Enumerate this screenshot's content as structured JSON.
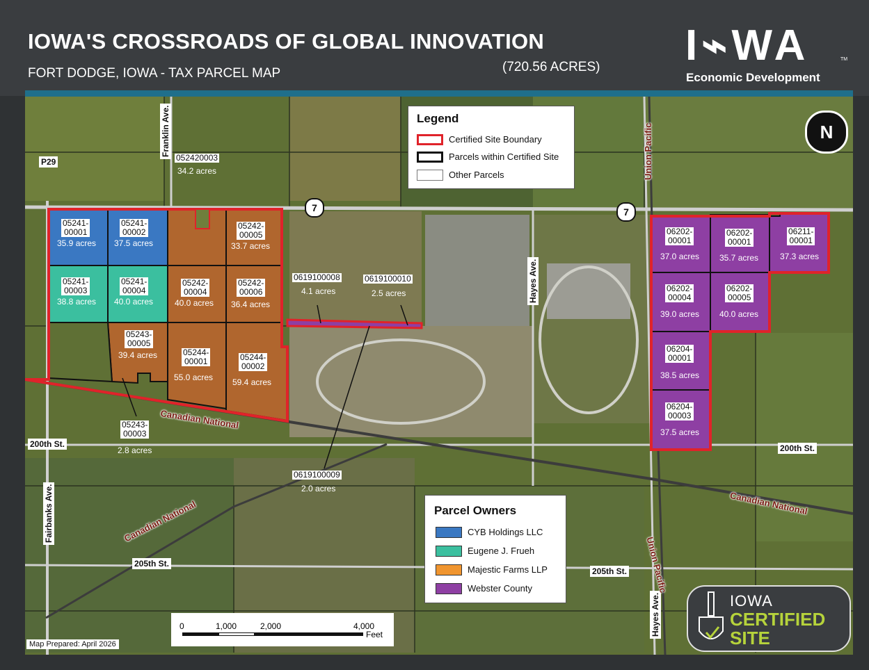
{
  "header": {
    "title": "IOWA'S CROSSROADS OF GLOBAL INNOVATION",
    "subtitle": "FORT DODGE, IOWA - TAX PARCEL MAP",
    "total_acres": "(720.56 ACRES)",
    "logo_word": "I⌁WA",
    "logo_tm": "TM",
    "logo_sub": "Economic Development"
  },
  "colors": {
    "cyb": "#3a78c2",
    "frueh": "#3bbf9f",
    "majestic": "#b0662e",
    "webster": "#8e3fa3",
    "boundary": "#e0232a"
  },
  "legend": {
    "title": "Legend",
    "items": [
      "Certified Site Boundary",
      "Parcels within Certified Site",
      "Other Parcels"
    ]
  },
  "owners": {
    "title": "Parcel Owners",
    "items": [
      "CYB Holdings LLC",
      "Eugene J. Frueh",
      "Majestic Farms LLP",
      "Webster County"
    ]
  },
  "parcels": [
    {
      "id1": "05241-",
      "id2": "00001",
      "acres": "35.9 acres"
    },
    {
      "id1": "05241-",
      "id2": "00002",
      "acres": "37.5 acres"
    },
    {
      "id1": "052420003",
      "id2": "",
      "acres": "34.2 acres"
    },
    {
      "id1": "05242-",
      "id2": "00005",
      "acres": "33.7 acres"
    },
    {
      "id1": "05241-",
      "id2": "00003",
      "acres": "38.8 acres"
    },
    {
      "id1": "05241-",
      "id2": "00004",
      "acres": "40.0 acres"
    },
    {
      "id1": "05242-",
      "id2": "00004",
      "acres": "40.0 acres"
    },
    {
      "id1": "05242-",
      "id2": "00006",
      "acres": "36.4 acres"
    },
    {
      "id1": "05243-",
      "id2": "00005",
      "acres": "39.4 acres"
    },
    {
      "id1": "05244-",
      "id2": "00001",
      "acres": "55.0 acres"
    },
    {
      "id1": "05244-",
      "id2": "00002",
      "acres": "59.4 acres"
    },
    {
      "id1": "05243-",
      "id2": "00003",
      "acres": "2.8 acres"
    },
    {
      "id1": "0619100008",
      "id2": "",
      "acres": "4.1 acres"
    },
    {
      "id1": "0619100010",
      "id2": "",
      "acres": "2.5 acres"
    },
    {
      "id1": "0619100009",
      "id2": "",
      "acres": "2.0 acres"
    },
    {
      "id1": "06202-",
      "id2": "00001",
      "acres": "37.0 acres"
    },
    {
      "id1": "06202-",
      "id2": "00001",
      "acres": "35.7 acres"
    },
    {
      "id1": "06211-",
      "id2": "00001",
      "acres": "37.3 acres"
    },
    {
      "id1": "06202-",
      "id2": "00004",
      "acres": "39.0 acres"
    },
    {
      "id1": "06202-",
      "id2": "00005",
      "acres": "40.0 acres"
    },
    {
      "id1": "06204-",
      "id2": "00001",
      "acres": "38.5 acres"
    },
    {
      "id1": "06204-",
      "id2": "00003",
      "acres": "37.5 acres"
    }
  ],
  "roads": {
    "p29": "P29",
    "franklin": "Franklin Ave.",
    "hayes": "Hayes Ave.",
    "hayes2": "Hayes Ave.",
    "fairbanks": "Fairbanks Ave.",
    "st200_w": "200th St.",
    "st200_e": "200th St.",
    "st205_w": "205th St.",
    "st205_e": "205th St.",
    "hwy7": "7"
  },
  "rail": {
    "up_north": "Union Pacific",
    "up_south": "Union Pacific",
    "cn_center": "Canadian National",
    "cn_sw": "Canadian National",
    "cn_east": "Canadian National"
  },
  "scale": {
    "t0": "0",
    "t1": "1,000",
    "t2": "2,000",
    "t4": "4,000",
    "unit": "Feet"
  },
  "north_label": "N",
  "map_prepared": "Map Prepared: April 2026",
  "certified": {
    "line1": "IOWA",
    "line2": "CERTIFIED",
    "line3": "SITE"
  }
}
